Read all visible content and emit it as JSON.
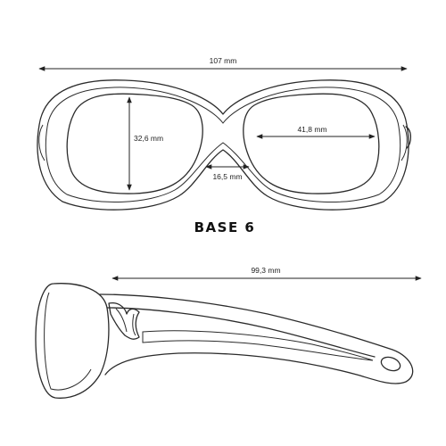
{
  "diagram": {
    "front_view": {
      "overall_width": "107 mm",
      "lens_height": "32,6 mm",
      "lens_width": "41,8 mm",
      "bridge_width": "16,5 mm"
    },
    "base_label": "BASE 6",
    "side_view": {
      "temple_length": "99,3 mm"
    }
  }
}
